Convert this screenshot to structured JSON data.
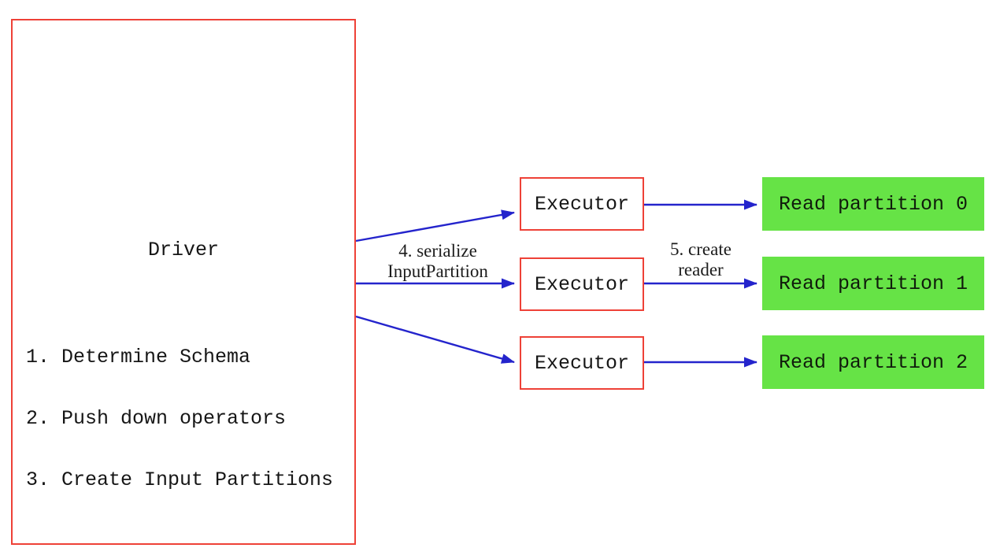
{
  "diagram": {
    "driver": {
      "title": "Driver",
      "steps": [
        "1. Determine Schema",
        "2. Push down operators",
        "3. Create Input Partitions"
      ]
    },
    "executors": [
      {
        "label": "Executor"
      },
      {
        "label": "Executor"
      },
      {
        "label": "Executor"
      }
    ],
    "partitions": [
      {
        "label": "Read partition 0"
      },
      {
        "label": "Read partition 1"
      },
      {
        "label": "Read partition 2"
      }
    ],
    "edge_labels": {
      "serialize": {
        "line1": "4. serialize",
        "line2": "InputPartition"
      },
      "create_reader": {
        "line1": "5. create",
        "line2": "reader"
      }
    },
    "colors": {
      "box_border": "#ee4137",
      "arrow": "#2424cc",
      "partition_fill": "#66e346",
      "text": "#161616",
      "background": "#ffffff"
    }
  }
}
